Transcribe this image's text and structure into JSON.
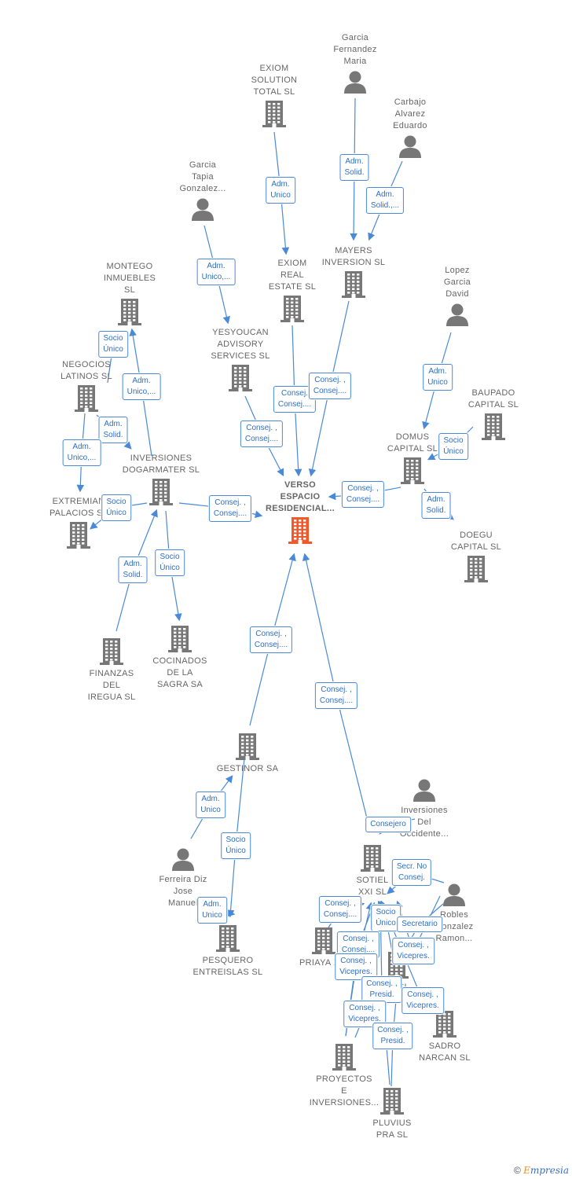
{
  "colors": {
    "edge": "#4a89d8",
    "company": "#777777",
    "focus": "#f05a2b",
    "person": "#777777",
    "label_text": "#666666",
    "badge_text": "#2d6fc6"
  },
  "nodes": [
    {
      "id": "exiom_solution",
      "kind": "company",
      "label": [
        "EXIOM",
        "SOLUTION",
        "TOTAL SL"
      ]
    },
    {
      "id": "garcia_fernandez",
      "kind": "person",
      "label": [
        "Garcia",
        "Fernandez",
        "Maria"
      ]
    },
    {
      "id": "carbajo",
      "kind": "person",
      "label": [
        "Carbajo",
        "Alvarez",
        "Eduardo"
      ]
    },
    {
      "id": "garcia_tapia",
      "kind": "person",
      "label": [
        "Garcia",
        "Tapia",
        "Gonzalez..."
      ]
    },
    {
      "id": "exiom_real",
      "kind": "company",
      "label": [
        "EXIOM",
        "REAL",
        "ESTATE  SL"
      ]
    },
    {
      "id": "mayers",
      "kind": "company",
      "label": [
        "MAYERS",
        "INVERSION  SL"
      ]
    },
    {
      "id": "montego",
      "kind": "company",
      "label": [
        "MONTEGO",
        "INMUEBLES",
        "SL"
      ]
    },
    {
      "id": "lopez",
      "kind": "person",
      "label": [
        "Lopez",
        "Garcia",
        "David"
      ]
    },
    {
      "id": "yesyoucan",
      "kind": "company",
      "label": [
        "YESYOUCAN",
        "ADVISORY",
        "SERVICES SL"
      ]
    },
    {
      "id": "negocios",
      "kind": "company",
      "label": [
        "NEGOCIOS",
        "LATINOS SL"
      ]
    },
    {
      "id": "baupado",
      "kind": "company",
      "label": [
        "BAUPADO",
        "CAPITAL SL"
      ]
    },
    {
      "id": "domus",
      "kind": "company",
      "label": [
        "DOMUS",
        "CAPITAL SL"
      ]
    },
    {
      "id": "inversiones_dog",
      "kind": "company",
      "label": [
        "INVERSIONES",
        "DOGARMATER SL"
      ]
    },
    {
      "id": "verso",
      "kind": "focus",
      "label": [
        "VERSO",
        "ESPACIO",
        "RESIDENCIAL..."
      ]
    },
    {
      "id": "extremian",
      "kind": "company",
      "label": [
        "EXTREMIAN",
        "PALACIOS SL"
      ]
    },
    {
      "id": "doegu",
      "kind": "company",
      "label": [
        "DOEGU",
        "CAPITAL  SL"
      ]
    },
    {
      "id": "finanzas",
      "kind": "company",
      "label": [
        "FINANZAS",
        "DEL",
        "IREGUA SL"
      ]
    },
    {
      "id": "cocinados",
      "kind": "company",
      "label": [
        "COCINADOS",
        "DE LA",
        "SAGRA SA"
      ]
    },
    {
      "id": "gestinor",
      "kind": "company",
      "label": [
        "GESTINOR SA"
      ]
    },
    {
      "id": "inv_occidente",
      "kind": "person",
      "label": [
        "Inversiones",
        "Del",
        "Occidente..."
      ]
    },
    {
      "id": "ferreira",
      "kind": "person",
      "label": [
        "Ferreira Diz",
        "Jose",
        "Manuel"
      ]
    },
    {
      "id": "sotiel",
      "kind": "company",
      "label": [
        "SOTIEL",
        "XXI  SL"
      ]
    },
    {
      "id": "robles",
      "kind": "person",
      "label": [
        "Robles",
        "Gonzalez",
        "Ramon..."
      ]
    },
    {
      "id": "pesquero",
      "kind": "company",
      "label": [
        "PESQUERO",
        "ENTREISLAS SL"
      ]
    },
    {
      "id": "priaya",
      "kind": "company",
      "label": [
        "PRIAYA XXI"
      ]
    },
    {
      "id": "sa_sl",
      "kind": "company",
      "label": [
        "SA SL"
      ]
    },
    {
      "id": "sadro",
      "kind": "company",
      "label": [
        "SADRO",
        "NARCAN  SL"
      ]
    },
    {
      "id": "proyectos",
      "kind": "company",
      "label": [
        "PROYECTOS",
        "E",
        "INVERSIONES..."
      ]
    },
    {
      "id": "pluvius",
      "kind": "company",
      "label": [
        "PLUVIUS",
        "PRA  SL"
      ]
    }
  ],
  "edges": [
    {
      "from": "exiom_solution",
      "to": "exiom_real",
      "label": [
        "Adm.",
        "Unico"
      ]
    },
    {
      "from": "garcia_fernandez",
      "to": "mayers",
      "label": [
        "Adm.",
        "Solid."
      ]
    },
    {
      "from": "carbajo",
      "to": "mayers",
      "label": [
        "Adm.",
        "Solid.,..."
      ]
    },
    {
      "from": "garcia_tapia",
      "to": "yesyoucan",
      "label": [
        "Adm.",
        "Unico,..."
      ]
    },
    {
      "from": "exiom_real",
      "to": "verso",
      "label": [
        "Consej.",
        "Consej...."
      ]
    },
    {
      "from": "mayers",
      "to": "verso",
      "label": [
        "Consej. ,",
        "Consej...."
      ]
    },
    {
      "from": "yesyoucan",
      "to": "verso",
      "label": [
        "Consej. ,",
        "Consej...."
      ]
    },
    {
      "from": "domus",
      "to": "verso",
      "label": [
        "Consej. ,",
        "Consej...."
      ]
    },
    {
      "from": "lopez",
      "to": "domus",
      "label": [
        "Adm.",
        "Unico"
      ]
    },
    {
      "from": "baupado",
      "to": "domus",
      "label": [
        "Socio",
        "Único"
      ]
    },
    {
      "from": "domus",
      "to": "doegu",
      "label": [
        "Adm.",
        "Solid."
      ]
    },
    {
      "from": "negocios",
      "to": "montego",
      "label": [
        "Socio",
        "Único"
      ]
    },
    {
      "from": "inversiones_dog",
      "to": "montego",
      "label": [
        "Adm.",
        "Unico,..."
      ]
    },
    {
      "from": "negocios",
      "to": "inversiones_dog",
      "label": [
        "Adm.",
        "Solid."
      ]
    },
    {
      "from": "negocios",
      "to": "extremian",
      "label": [
        "Adm.",
        "Unico,..."
      ]
    },
    {
      "from": "inversiones_dog",
      "to": "extremian",
      "label": [
        "Socio",
        "Único"
      ]
    },
    {
      "from": "inversiones_dog",
      "to": "verso",
      "label": [
        "Consej. ,",
        "Consej...."
      ]
    },
    {
      "from": "finanzas",
      "to": "inversiones_dog",
      "label": [
        "Adm.",
        "Solid."
      ]
    },
    {
      "from": "inversiones_dog",
      "to": "cocinados",
      "label": [
        "Socio",
        "Único"
      ]
    },
    {
      "from": "gestinor",
      "to": "verso",
      "label": [
        "Consej. ,",
        "Consej...."
      ]
    },
    {
      "from": "sotiel",
      "to": "verso",
      "label": [
        "Consej. ,",
        "Consej...."
      ]
    },
    {
      "from": "ferreira",
      "to": "gestinor",
      "label": [
        "Adm.",
        "Unico"
      ]
    },
    {
      "from": "gestinor",
      "to": "pesquero",
      "label": [
        "Socio",
        "Único"
      ]
    },
    {
      "from": "ferreira",
      "to": "pesquero",
      "label": [
        "Adm.",
        "Unico"
      ]
    },
    {
      "from": "inv_occidente",
      "to": "sotiel",
      "label": [
        "Consejero"
      ]
    },
    {
      "from": "robles",
      "to": "sotiel",
      "label": [
        "Secr.  No",
        "Consej."
      ]
    },
    {
      "from": "priaya",
      "to": "sotiel",
      "label": [
        "Consej. ,",
        "Consej...."
      ]
    },
    {
      "from": "sa_sl",
      "to": "sotiel",
      "label": [
        "Socio",
        "Único"
      ]
    },
    {
      "from": "robles",
      "to": "sa_sl",
      "label": [
        "Secretario"
      ]
    },
    {
      "from": "proyectos",
      "to": "sotiel",
      "label": [
        "Consej. ,",
        "Consej...."
      ]
    },
    {
      "from": "robles",
      "to": "sotiel",
      "label": [
        "Consej. ,",
        "Vicepres."
      ]
    },
    {
      "from": "proyectos",
      "to": "sotiel",
      "label": [
        "Consej. ,",
        "Vicepres."
      ]
    },
    {
      "from": "pluvius",
      "to": "sotiel",
      "label": [
        "Consej. ,",
        "Presid."
      ]
    },
    {
      "from": "sadro",
      "to": "sotiel",
      "label": [
        "Consej. ,",
        "Vicepres."
      ]
    },
    {
      "from": "proyectos",
      "to": "sa_sl",
      "label": [
        "Consej. ,",
        "Vicepres."
      ]
    },
    {
      "from": "pluvius",
      "to": "sa_sl",
      "label": [
        "Consej. ,",
        "Presid."
      ]
    }
  ],
  "brand": {
    "symbol": "©",
    "first": "E",
    "rest": "mpresia"
  }
}
